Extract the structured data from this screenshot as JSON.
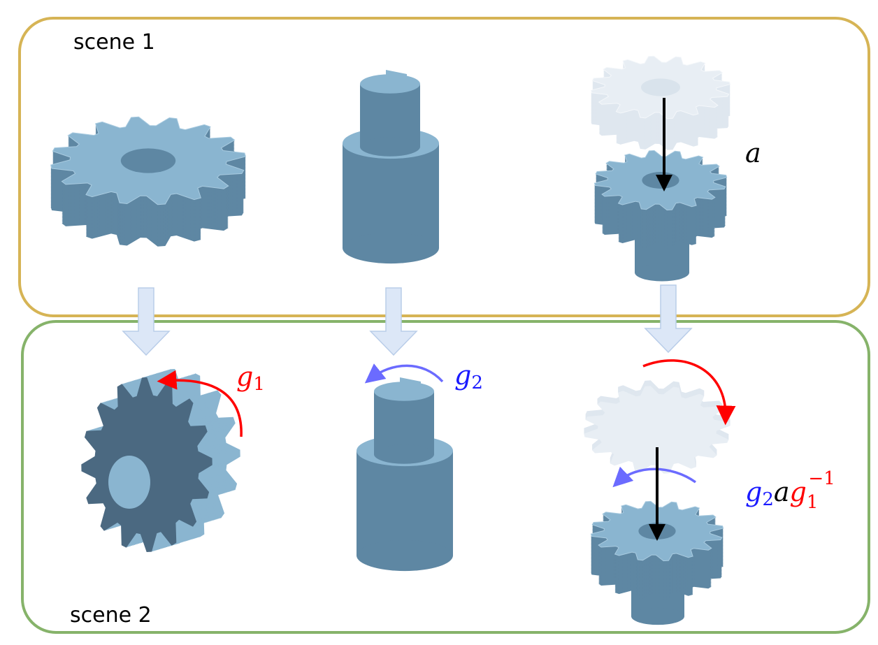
{
  "scene1": {
    "label": "scene 1",
    "border_color": "#d6b455"
  },
  "scene2": {
    "label": "scene 2",
    "border_color": "#86b36a"
  },
  "labels": {
    "a": "a",
    "g1": {
      "base": "g",
      "sub": "1",
      "color": "#ff0000"
    },
    "g2": {
      "base": "g",
      "sub": "2",
      "color": "#1a1aff"
    },
    "composite": {
      "g2": "g",
      "g2_sub": "2",
      "a": "a",
      "g1": "g",
      "g1_sub": "1",
      "g1_sup": "−1"
    }
  },
  "colors": {
    "part_top": "#8ab5d0",
    "part_side": "#5e87a3",
    "part_dark": "#4b6981",
    "faded": "#e8eef4",
    "flow_arrow": "#dce7f7",
    "rot_red": "#ff0000",
    "rot_blue": "#6b6bff"
  }
}
